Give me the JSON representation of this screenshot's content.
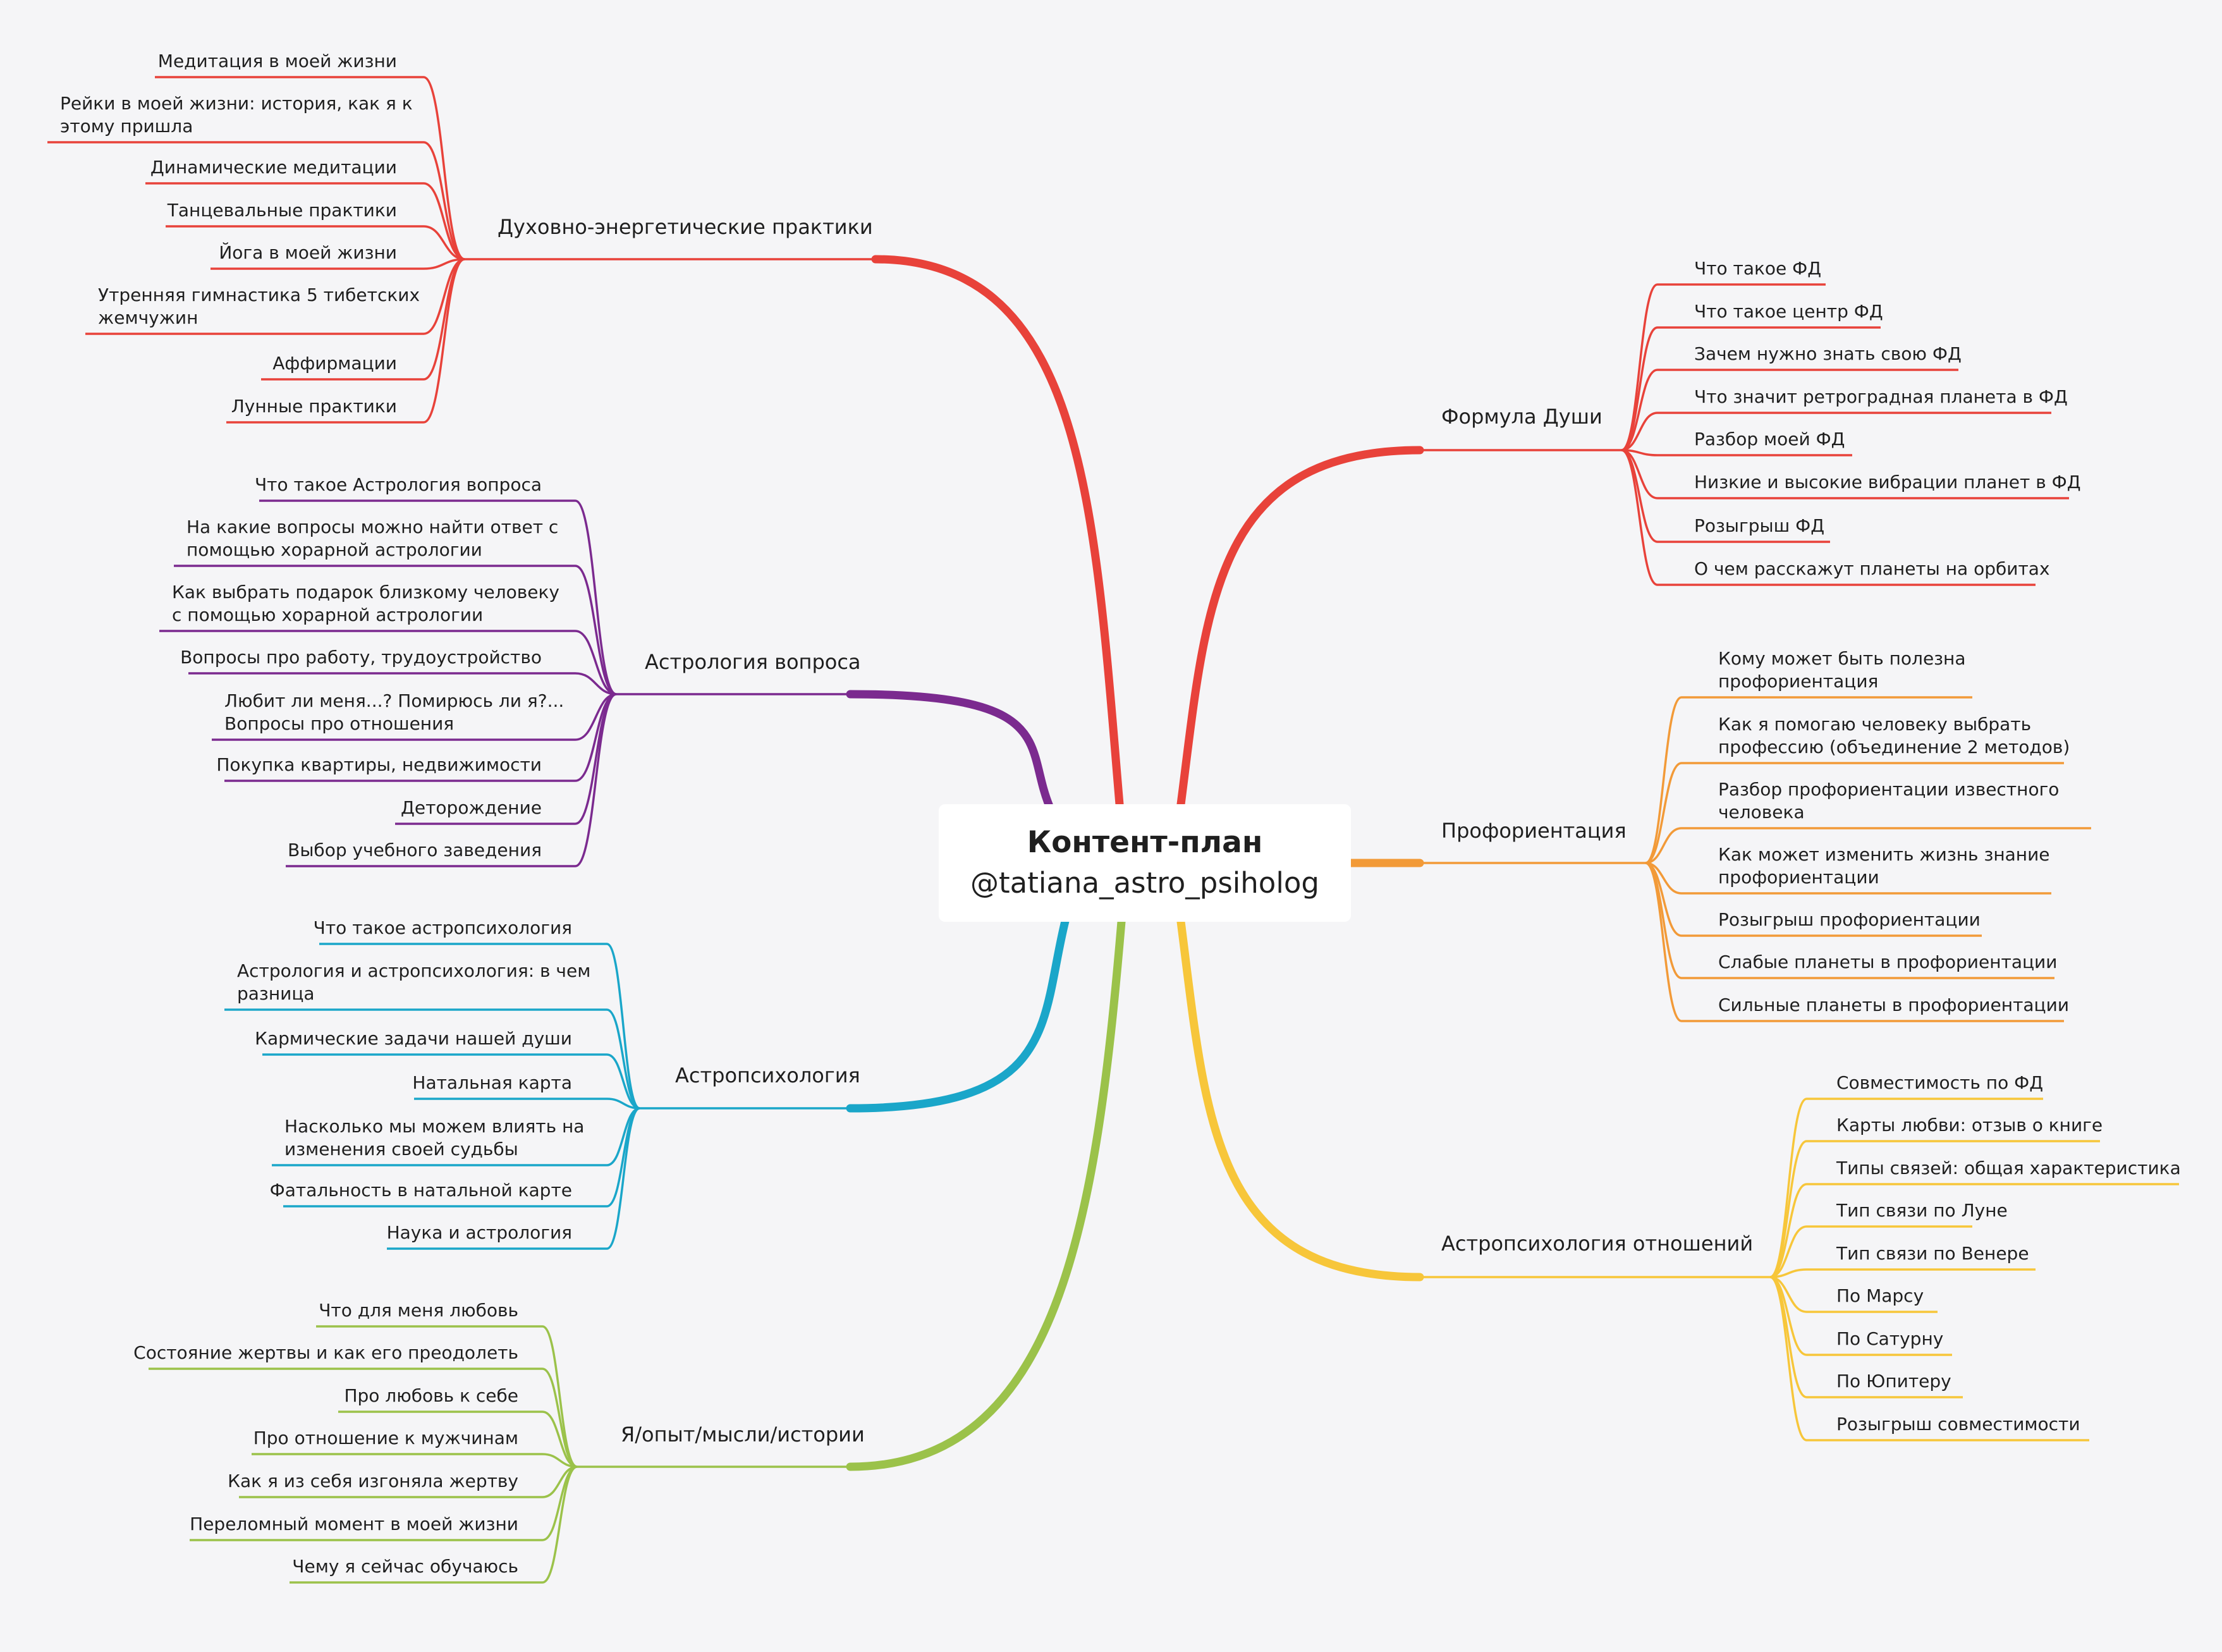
{
  "center": {
    "title": "Контент-план",
    "subtitle": "@tatiana_astro_psiholog"
  },
  "branches": [
    {
      "id": "spiritual",
      "side": "left",
      "color": "#e8423a",
      "label": "Духовно-энергетические практики",
      "items": [
        [
          "Медитация в моей жизни"
        ],
        [
          "Рейки в моей жизни: история, как я к",
          "этому пришла"
        ],
        [
          "Динамические медитации"
        ],
        [
          "Танцевальные практики"
        ],
        [
          "Йога в моей жизни"
        ],
        [
          "Утренняя гимнастика 5 тибетских",
          "жемчужин"
        ],
        [
          "Аффирмации"
        ],
        [
          "Лунные практики"
        ]
      ]
    },
    {
      "id": "horary",
      "side": "left",
      "color": "#7b2a8f",
      "label": "Астрология вопроса",
      "items": [
        [
          "Что такое Астрология вопроса"
        ],
        [
          "На какие вопросы можно найти ответ с",
          "помощью хорарной астрологии"
        ],
        [
          "Как выбрать подарок близкому человеку",
          "с помощью хорарной астрологии"
        ],
        [
          "Вопросы про работу, трудоустройство"
        ],
        [
          "Любит ли меня...? Помирюсь ли я?...",
          "Вопросы про отношения"
        ],
        [
          "Покупка квартиры, недвижимости"
        ],
        [
          "Деторождение"
        ],
        [
          "Выбор учебного заведения"
        ]
      ]
    },
    {
      "id": "astropsy",
      "side": "left",
      "color": "#1aa6c9",
      "label": "Астропсихология",
      "items": [
        [
          "Что такое астропсихология"
        ],
        [
          "Астрология и астропсихология: в чем",
          "разница"
        ],
        [
          "Кармические задачи нашей души"
        ],
        [
          "Натальная карта"
        ],
        [
          "Насколько мы можем влиять на",
          "изменения своей судьбы"
        ],
        [
          "Фатальность в натальной карте"
        ],
        [
          "Наука и астрология"
        ]
      ]
    },
    {
      "id": "personal",
      "side": "left",
      "color": "#9bc24a",
      "label": "Я/опыт/мысли/истории",
      "items": [
        [
          "Что для меня любовь"
        ],
        [
          "Состояние жертвы и как его преодолеть"
        ],
        [
          "Про любовь к себе"
        ],
        [
          "Про отношение к мужчинам"
        ],
        [
          "Как я из себя изгоняла жертву"
        ],
        [
          "Переломный момент в моей жизни"
        ],
        [
          "Чему я сейчас обучаюсь"
        ]
      ]
    },
    {
      "id": "soul",
      "side": "right",
      "color": "#e8423a",
      "label": "Формула Души",
      "items": [
        [
          "Что такое ФД"
        ],
        [
          "Что такое центр ФД"
        ],
        [
          "Зачем нужно знать свою ФД"
        ],
        [
          "Что значит ретроградная планета в ФД"
        ],
        [
          "Разбор моей ФД"
        ],
        [
          "Низкие и высокие вибрации планет в ФД"
        ],
        [
          "Розыгрыш ФД"
        ],
        [
          "О чем расскажут планеты на орбитах"
        ]
      ]
    },
    {
      "id": "career",
      "side": "right",
      "color": "#f29a38",
      "label": "Профориентация",
      "items": [
        [
          "Кому может быть полезна",
          "профориентация"
        ],
        [
          "Как я помогаю человеку выбрать",
          "профессию (объединение 2 методов)"
        ],
        [
          "Разбор профориентации известного",
          "человека"
        ],
        [
          "Как может изменить жизнь знание",
          "профориентации"
        ],
        [
          "Розыгрыш профориентации"
        ],
        [
          "Слабые планеты в профориентации"
        ],
        [
          "Сильные планеты в профориентации"
        ]
      ]
    },
    {
      "id": "relations",
      "side": "right",
      "color": "#f7c63a",
      "label": "Астропсихология отношений",
      "items": [
        [
          "Совместимость по ФД"
        ],
        [
          "Карты любви: отзыв о книге"
        ],
        [
          "Типы связей: общая характеристика"
        ],
        [
          "Тип связи по Луне"
        ],
        [
          "Тип связи по Венере"
        ],
        [
          "По Марсу"
        ],
        [
          "По Сатурну"
        ],
        [
          "По Юпитеру"
        ],
        [
          "Розыгрыш совместимости"
        ]
      ]
    }
  ]
}
